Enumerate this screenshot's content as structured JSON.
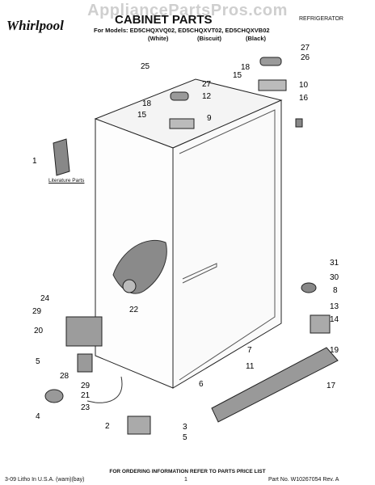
{
  "watermark": "AppliancePartsPros.com",
  "brand": "Whirlpool",
  "title": "CABINET PARTS",
  "category": "REFRIGERATOR",
  "models_line": "For Models: ED5CHQXVQ02, ED5CHQXVT02, ED5CHQXVB02",
  "colors": [
    "(White)",
    "(Biscuit)",
    "(Black)"
  ],
  "literature_label": "Literature Parts",
  "callouts": [
    "25",
    "27",
    "26",
    "15",
    "18",
    "10",
    "16",
    "27",
    "12",
    "18",
    "15",
    "9",
    "1",
    "31",
    "30",
    "8",
    "24",
    "22",
    "13",
    "29",
    "14",
    "20",
    "7",
    "19",
    "5",
    "11",
    "17",
    "28",
    "6",
    "29",
    "21",
    "4",
    "23",
    "2",
    "3",
    "5"
  ],
  "footer_note": "FOR ORDERING INFORMATION REFER TO PARTS PRICE LIST",
  "footer_left": "3-09 Litho In U.S.A. (wam)(bay)",
  "footer_page": "1",
  "footer_right": "Part No. W10267054 Rev. A"
}
